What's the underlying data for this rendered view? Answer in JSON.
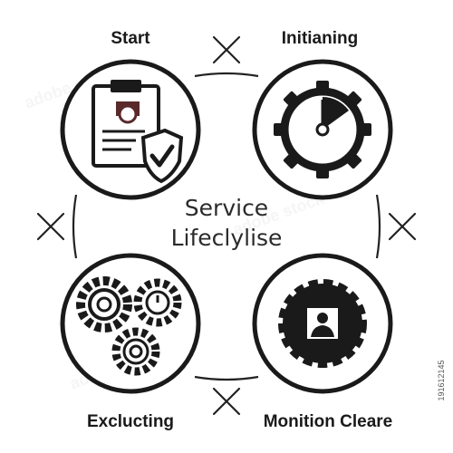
{
  "title": "Service Lifeclylise",
  "title_lines": [
    "Service",
    "Lifeclylise"
  ],
  "steps": [
    {
      "label": "Start",
      "icon": "clipboard-shield-icon"
    },
    {
      "label": "Initianing",
      "icon": "gear-clock-icon"
    },
    {
      "label": "Exclucting",
      "icon": "gears-icon"
    },
    {
      "label": "Monition Cleare",
      "icon": "gear-person-icon"
    }
  ],
  "side_id": "191612145",
  "colors": {
    "ink": "#1a1a1a",
    "accent": "#5a2a2a",
    "ring": "#222222"
  }
}
